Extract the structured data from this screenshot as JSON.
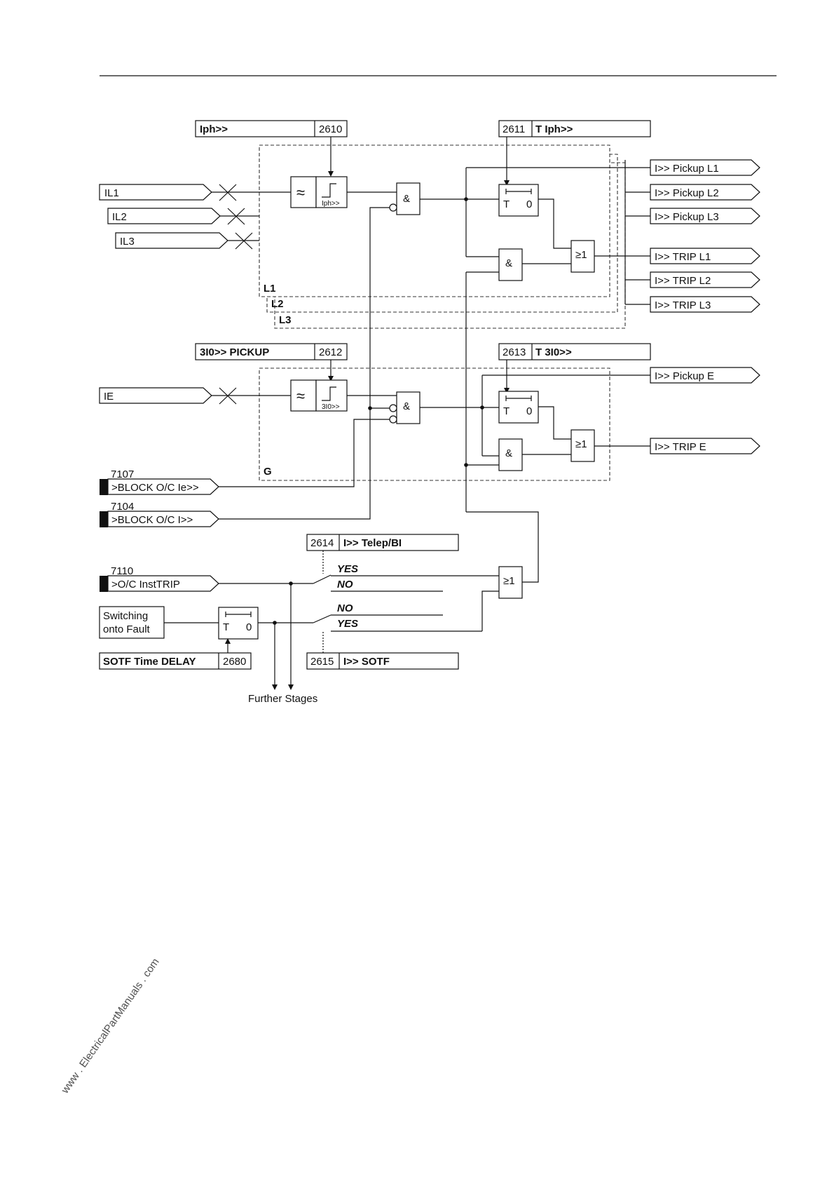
{
  "params": {
    "p2610": {
      "label": "Iph>>",
      "code": "2610"
    },
    "p2611": {
      "code": "2611",
      "label": "T Iph>>"
    },
    "p2612": {
      "label": "3I0>> PICKUP",
      "code": "2612"
    },
    "p2613": {
      "code": "2613",
      "label": "T 3I0>>"
    },
    "p2614": {
      "code": "2614",
      "label": "I>> Telep/BI"
    },
    "p2615": {
      "code": "2615",
      "label": "I>> SOTF"
    },
    "p2680": {
      "label": "SOTF Time DELAY",
      "code": "2680"
    }
  },
  "inputs": {
    "il1": "IL1",
    "il2": "IL2",
    "il3": "IL3",
    "ie": "IE",
    "block_ie": {
      "code": "7107",
      "label": ">BLOCK O/C Ie>>"
    },
    "block_i": {
      "code": "7104",
      "label": ">BLOCK O/C I>>"
    },
    "insttrip": {
      "code": "7110",
      "label": ">O/C InstTRIP"
    },
    "sotf_line1": "Switching",
    "sotf_line2": "onto Fault"
  },
  "outputs": [
    "I>> Pickup L1",
    "I>> Pickup L2",
    "I>> Pickup L3",
    "I>> TRIP L1",
    "I>> TRIP L2",
    "I>> TRIP L3"
  ],
  "outputs_e": [
    "I>> Pickup E",
    "I>> TRIP E"
  ],
  "phase_labels": [
    "L1",
    "L2",
    "L3"
  ],
  "ground_label": "G",
  "gates": {
    "and": "&",
    "or": "≥1"
  },
  "timer": {
    "t": "T",
    "zero": "0"
  },
  "threshold": {
    "phase": "Iph>>",
    "ground": "3I0>>"
  },
  "switch_values": {
    "yes": "YES",
    "no": "NO"
  },
  "further_stages": "Further Stages",
  "watermark": "www . ElectricalPartManuals . com"
}
